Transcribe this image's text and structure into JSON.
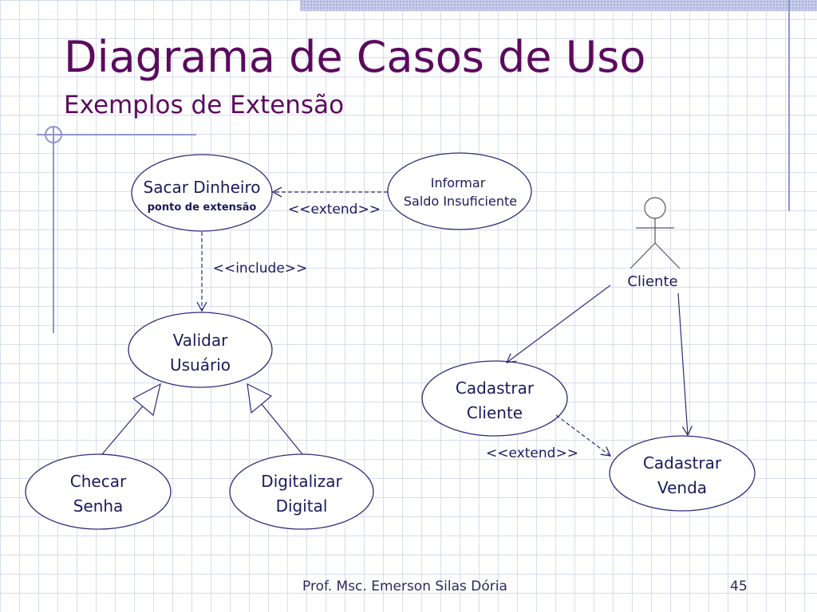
{
  "slide": {
    "title": "Diagrama de Casos de Uso",
    "subtitle": "Exemplos de Extensão",
    "author": "Prof. Msc. Emerson Silas Dória",
    "page_number": "45"
  },
  "diagram": {
    "use_cases": {
      "sacar": {
        "line1": "Sacar Dinheiro",
        "extension_point": "ponto de extensão"
      },
      "informar": {
        "line1": "Informar",
        "line2": "Saldo Insuficiente"
      },
      "validar": {
        "line1": "Validar",
        "line2": "Usuário"
      },
      "checar": {
        "line1": "Checar",
        "line2": "Senha"
      },
      "digitalizar": {
        "line1": "Digitalizar",
        "line2": "Digital"
      },
      "cadastrar_cliente": {
        "line1": "Cadastrar",
        "line2": "Cliente"
      },
      "cadastrar_venda": {
        "line1": "Cadastrar",
        "line2": "Venda"
      }
    },
    "actor": {
      "name": "Cliente"
    },
    "relations": {
      "extend_1": "<<extend>>",
      "include_1": "<<include>>",
      "extend_2": "<<extend>>"
    }
  },
  "colors": {
    "title": "#5b0a5e",
    "diagram_stroke": "#2c2c7a",
    "grid": "#d8dcef"
  }
}
